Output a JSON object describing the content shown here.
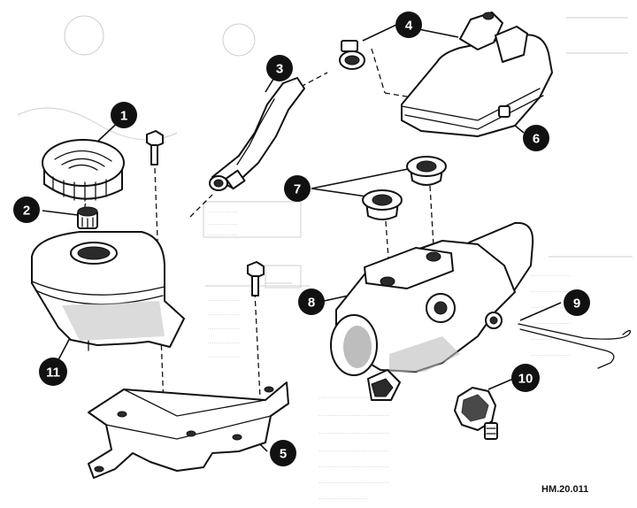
{
  "callouts": [
    {
      "label": "1",
      "part": "reservoir-cap"
    },
    {
      "label": "2",
      "part": "strainer"
    },
    {
      "label": "3",
      "part": "hose"
    },
    {
      "label": "4",
      "part": "hose-clamp"
    },
    {
      "label": "5",
      "part": "mounting-bracket"
    },
    {
      "label": "6",
      "part": "remote-reservoir"
    },
    {
      "label": "7",
      "part": "grommets"
    },
    {
      "label": "8",
      "part": "master-cylinder"
    },
    {
      "label": "9",
      "part": "brake-pipe"
    },
    {
      "label": "10",
      "part": "pressure-switch"
    },
    {
      "label": "11",
      "part": "fluid-reservoir"
    }
  ],
  "figure_code": "HM.20.011",
  "colors": {
    "ink": "#111111",
    "paper": "#ffffff",
    "bleed": "#cfcfcf"
  }
}
